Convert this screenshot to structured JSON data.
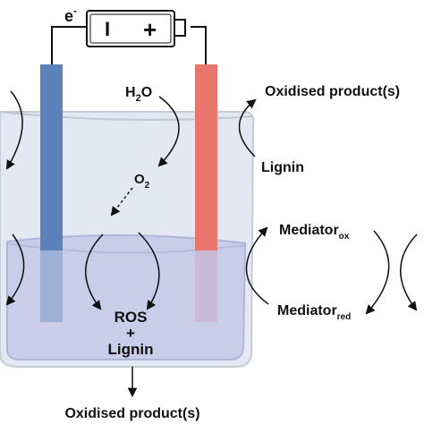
{
  "battery": {
    "electron": "e",
    "electron_sup": "-",
    "minus": "I",
    "plus": "+"
  },
  "labels": {
    "water_main": "H",
    "water_sub": "2",
    "water_tail": "O",
    "oxygen_main": "O",
    "oxygen_sub": "2",
    "oxidised_top": "Oxidised product(s)",
    "lignin_right": "Lignin",
    "mediator_ox_main": "Mediator",
    "mediator_ox_sub": "ox",
    "mediator_red_main": "Mediator",
    "mediator_red_sub": "red",
    "ros": "ROS",
    "plus_sign": "+",
    "lignin_center": "Lignin",
    "oxidised_bottom": "Oxidised product(s)"
  },
  "colors": {
    "cathode": "#5b82bb",
    "anode": "#e8766d",
    "beaker_glass": "#e3e8f2",
    "liquid": "#c8cde9",
    "wire": "#111111"
  }
}
